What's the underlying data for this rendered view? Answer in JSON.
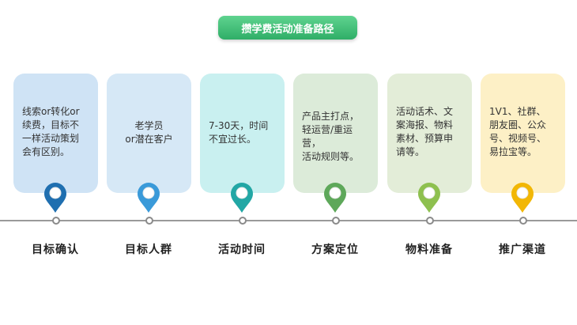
{
  "title": "攒学费活动准备路径",
  "steps": [
    {
      "card_text": "线索or转化or\n续费，目标不\n一样活动策划\n会有区别。",
      "label": "目标确认",
      "card_color": "#cfe3f5",
      "pin_color": "#1f6fb0"
    },
    {
      "card_text": "老学员\nor潜在客户",
      "label": "目标人群",
      "card_color": "#d6e8f6",
      "pin_color": "#3a9ad9"
    },
    {
      "card_text": "7-30天，时间\n不宜过长。",
      "label": "活动时间",
      "card_color": "#c9f0f0",
      "pin_color": "#22a7a5"
    },
    {
      "card_text": "产品主打点，\n轻运营/重运营，\n活动规则等。",
      "label": "方案定位",
      "card_color": "#dcebd9",
      "pin_color": "#5ea85a"
    },
    {
      "card_text": "活动话术、文\n案海报、物料\n素材、预算申\n请等。",
      "label": "物料准备",
      "card_color": "#e3edd8",
      "pin_color": "#8ec04f"
    },
    {
      "card_text": "1V1、社群、\n朋友圈、公众\n号、视频号、\n易拉宝等。",
      "label": "推广渠道",
      "card_color": "#fdf0c6",
      "pin_color": "#f2b705"
    }
  ]
}
